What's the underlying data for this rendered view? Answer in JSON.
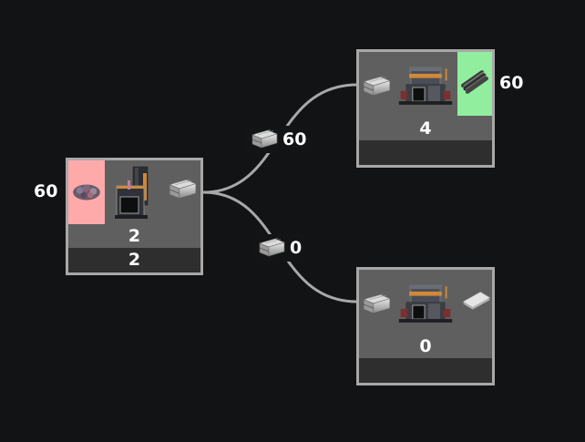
{
  "colors": {
    "canvas": "#111315",
    "node_bg": "#5f5f5f",
    "node_border": "#a8a8a8",
    "footer_bg": "#2e2e2e",
    "input_highlight": "#ffaaaa",
    "output_highlight": "#90ee9e",
    "edge": "#a8a8a8"
  },
  "nodes": [
    {
      "id": "miner",
      "input_icon": "ore-icon",
      "machine_icon": "miner-machine-icon",
      "output_icon": "plate-icon",
      "input_rate": "60",
      "count": "2",
      "footer": "2"
    },
    {
      "id": "assembler-top",
      "input_icon": "plate-icon",
      "machine_icon": "assembler-machine-icon",
      "output_icon": "rods-icon",
      "output_rate": "60",
      "count": "4",
      "footer": ""
    },
    {
      "id": "assembler-bottom",
      "input_icon": "plate-icon",
      "machine_icon": "assembler-machine-icon",
      "output_icon": "sheet-icon",
      "count": "0",
      "footer": ""
    }
  ],
  "edges": [
    {
      "from": "miner",
      "to": "assembler-top",
      "item_icon": "plate-icon",
      "rate": "60"
    },
    {
      "from": "miner",
      "to": "assembler-bottom",
      "item_icon": "plate-icon",
      "rate": "0"
    }
  ]
}
